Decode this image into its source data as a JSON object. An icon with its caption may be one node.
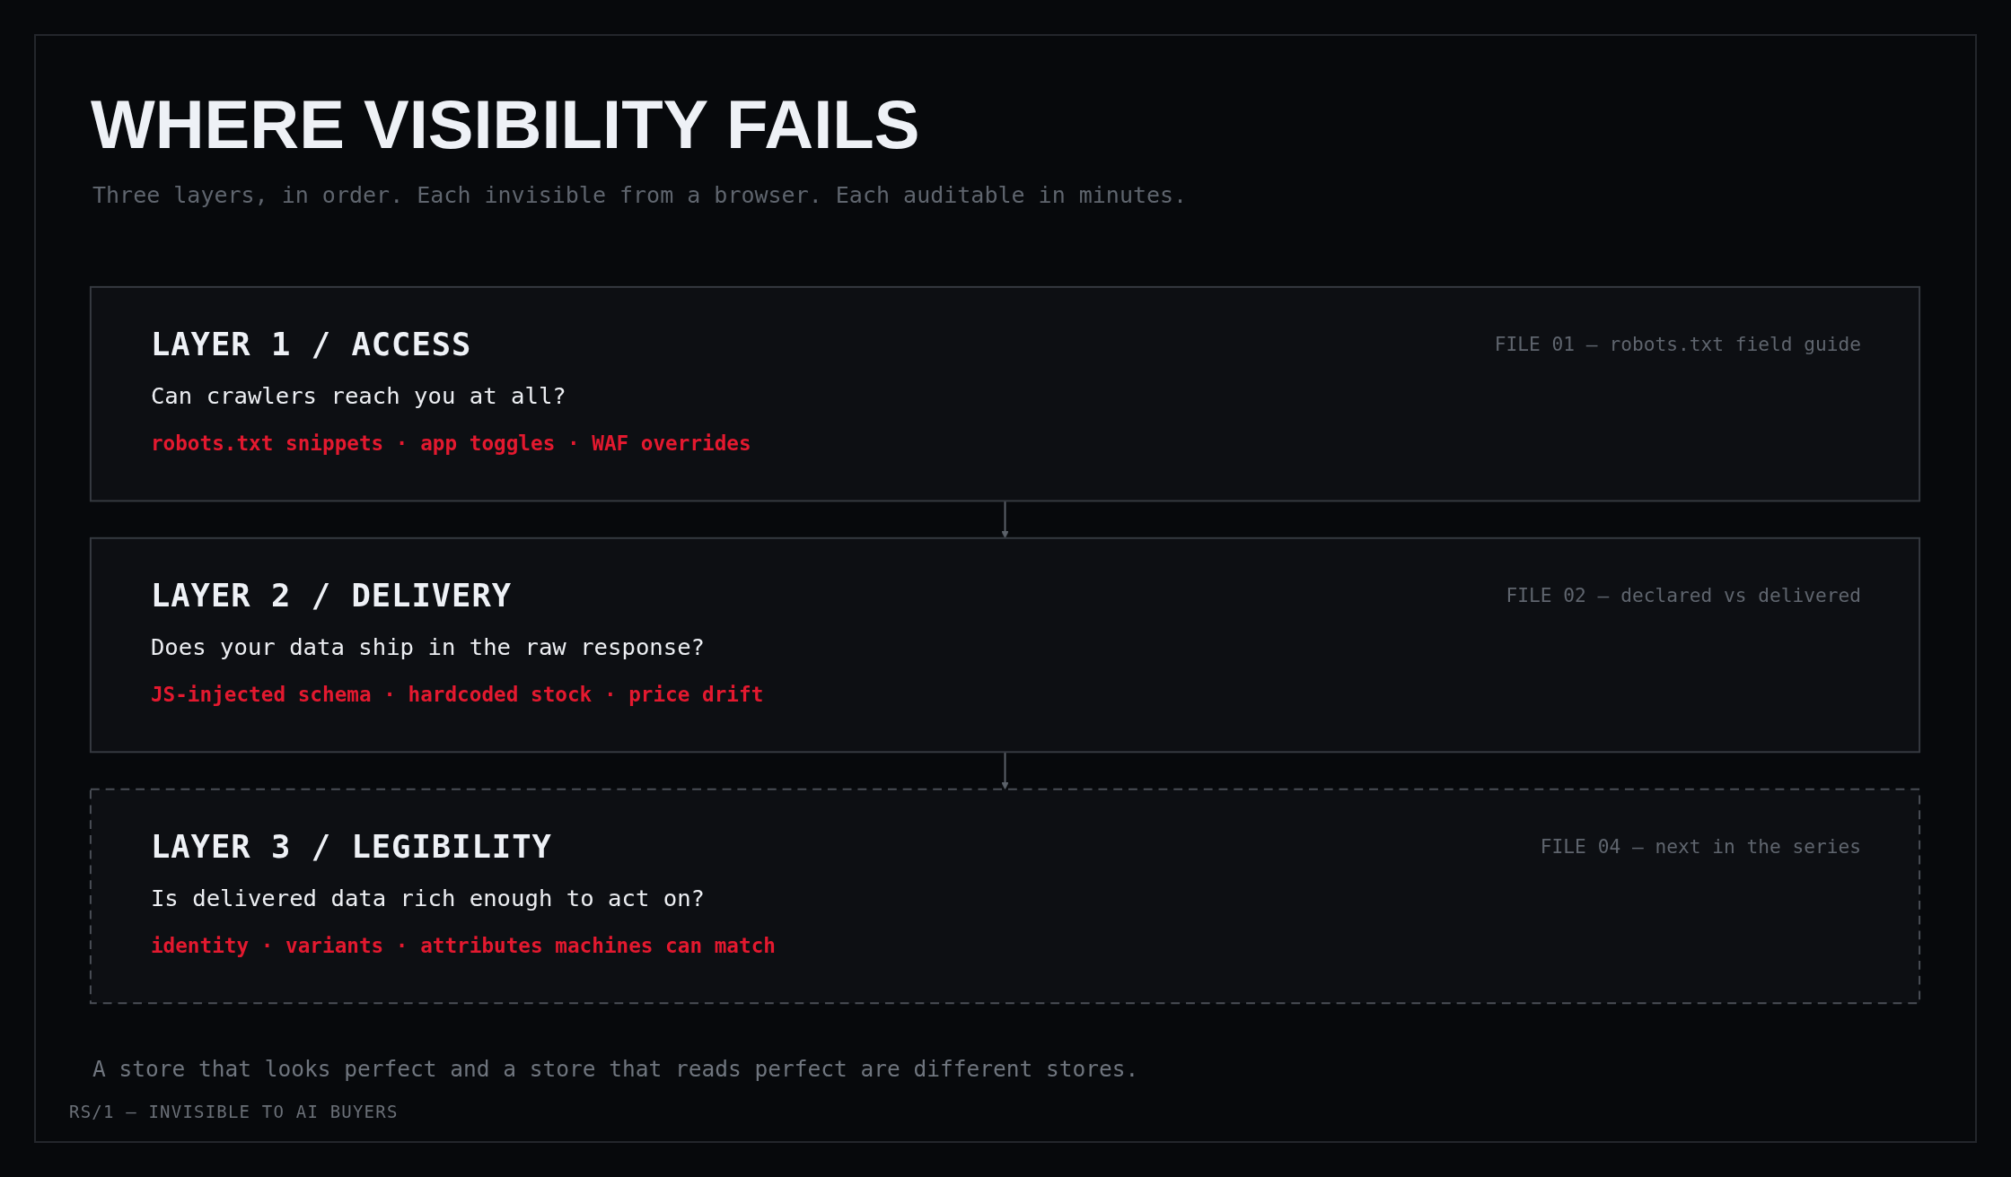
{
  "diagram": {
    "title": "WHERE VISIBILITY FAILS",
    "caption": "A store that looks perfect and a store that reads perfect are different stores.",
    "nodes": [
      {
        "text": [
          "LAYER 1 / ACCESS",
          "FILE 01 — robots.txt field guide",
          "Can crawlers reach you at all?",
          "robots.txt snippets · app toggles · WAF overrides"
        ]
      },
      {
        "text": [
          "LAYER 2 / DELIVERY",
          "FILE 02 — declared vs delivered",
          "Does your data ship in the raw response?",
          "JS-injected schema · hardcoded stock · price drift"
        ]
      },
      {
        "text": [
          "LAYER 3 / LEGIBILITY",
          "FILE 04 — next in the series",
          "Is delivered data rich enough to act on?",
          "identity · variants · attributes machines can match"
        ]
      }
    ],
    "edges": [
      {
        "from": 0,
        "to": 1,
        "arrow": "to"
      },
      {
        "from": 1,
        "to": 2,
        "arrow": "to"
      }
    ],
    "labels": [
      "Three layers, in order. Each invisible from a browser. Each auditable in minutes.",
      "RS/1 — INVISIBLE TO AI BUYERS"
    ]
  }
}
